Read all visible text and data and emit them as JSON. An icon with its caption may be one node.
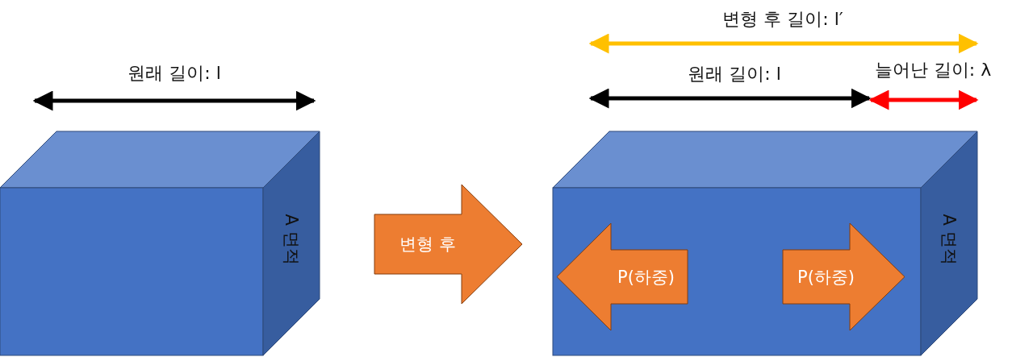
{
  "diagram": {
    "nodes": [
      {
        "text": [
          "A 면적"
        ]
      },
      {
        "text": [
          "변형 후"
        ]
      },
      {
        "text": [
          "A 면적"
        ]
      },
      {
        "text": [
          "P(하중)"
        ],
        "in": 2
      },
      {
        "text": [
          "P(하중)"
        ],
        "in": 2
      }
    ],
    "labels": [
      "원래 길이: l",
      "변형 후 길이: l′",
      "원래 길이: l",
      "늘어난 길이: λ"
    ]
  }
}
